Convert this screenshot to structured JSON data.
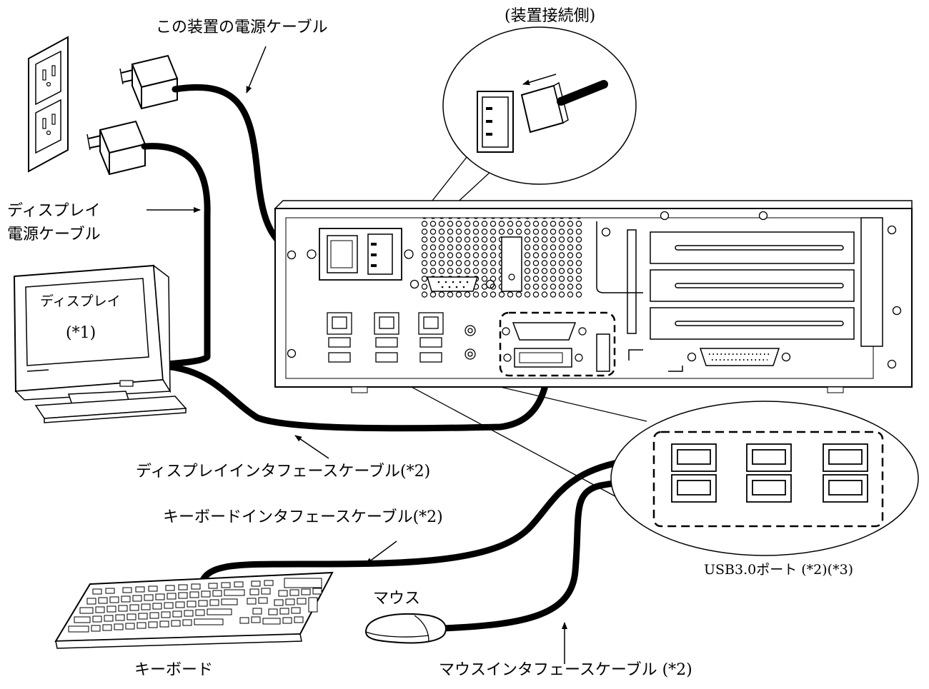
{
  "labels": {
    "device_side": "(装置接続側)",
    "device_power_cable": "この装置の電源ケーブル",
    "display_power_cable_line1": "ディスプレイ",
    "display_power_cable_line2": "電源ケーブル",
    "display_name": "ディスプレイ",
    "display_note": "(*1)",
    "display_interface_cable": "ディスプレイインタフェースケーブル(*2)",
    "keyboard_interface_cable": "キーボードインタフェースケーブル(*2)",
    "usb_ports": "USB3.0ポート (*2)(*3)",
    "mouse": "マウス",
    "keyboard": "キーボード",
    "mouse_interface_cable": "マウスインタフェースケーブル (*2)"
  }
}
